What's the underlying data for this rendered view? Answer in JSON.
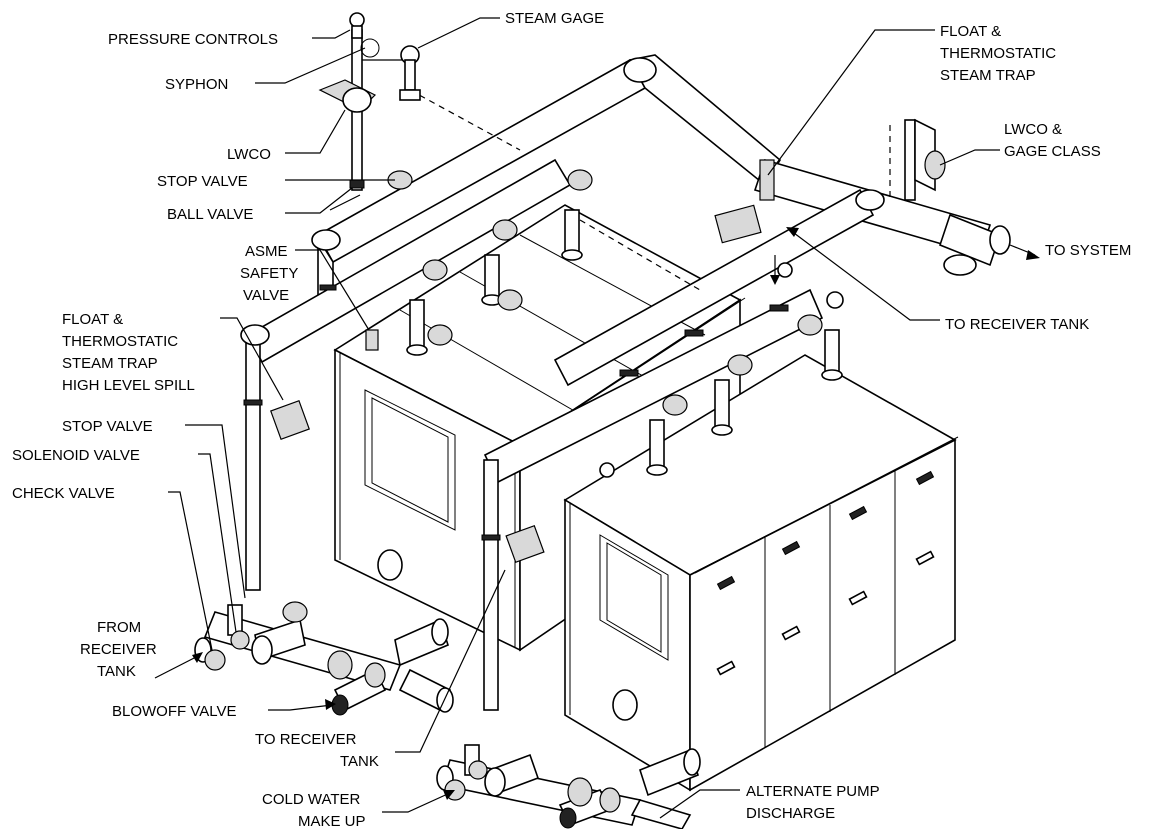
{
  "labels": {
    "pressure_controls": "PRESSURE CONTROLS",
    "steam_gage": "STEAM GAGE",
    "syphon": "SYPHON",
    "lwco": "LWCO",
    "stop_valve_top": "STOP VALVE",
    "ball_valve": "BALL VALVE",
    "asme_1": "ASME",
    "asme_2": "SAFETY",
    "asme_3": "VALVE",
    "ft_trap_spill_1": "FLOAT &",
    "ft_trap_spill_2": "THERMOSTATIC",
    "ft_trap_spill_3": "STEAM TRAP",
    "ft_trap_spill_4": "HIGH LEVEL SPILL",
    "stop_valve_lower": "STOP VALVE",
    "solenoid_valve": "SOLENOID VALVE",
    "check_valve": "CHECK VALVE",
    "from_receiver_1": "FROM",
    "from_receiver_2": "RECEIVER",
    "from_receiver_3": "TANK",
    "blowoff_valve": "BLOWOFF VALVE",
    "to_receiver_lower_1": "TO RECEIVER",
    "to_receiver_lower_2": "TANK",
    "cold_water_1": "COLD WATER",
    "cold_water_2": "MAKE UP",
    "alt_pump_1": "ALTERNATE PUMP",
    "alt_pump_2": "DISCHARGE",
    "ft_trap_top_1": "FLOAT &",
    "ft_trap_top_2": "THERMOSTATIC",
    "ft_trap_top_3": "STEAM TRAP",
    "lwco_gage_1": "LWCO &",
    "lwco_gage_2": "GAGE CLASS",
    "to_system": "TO SYSTEM",
    "to_receiver_right": "TO RECEIVER TANK"
  }
}
